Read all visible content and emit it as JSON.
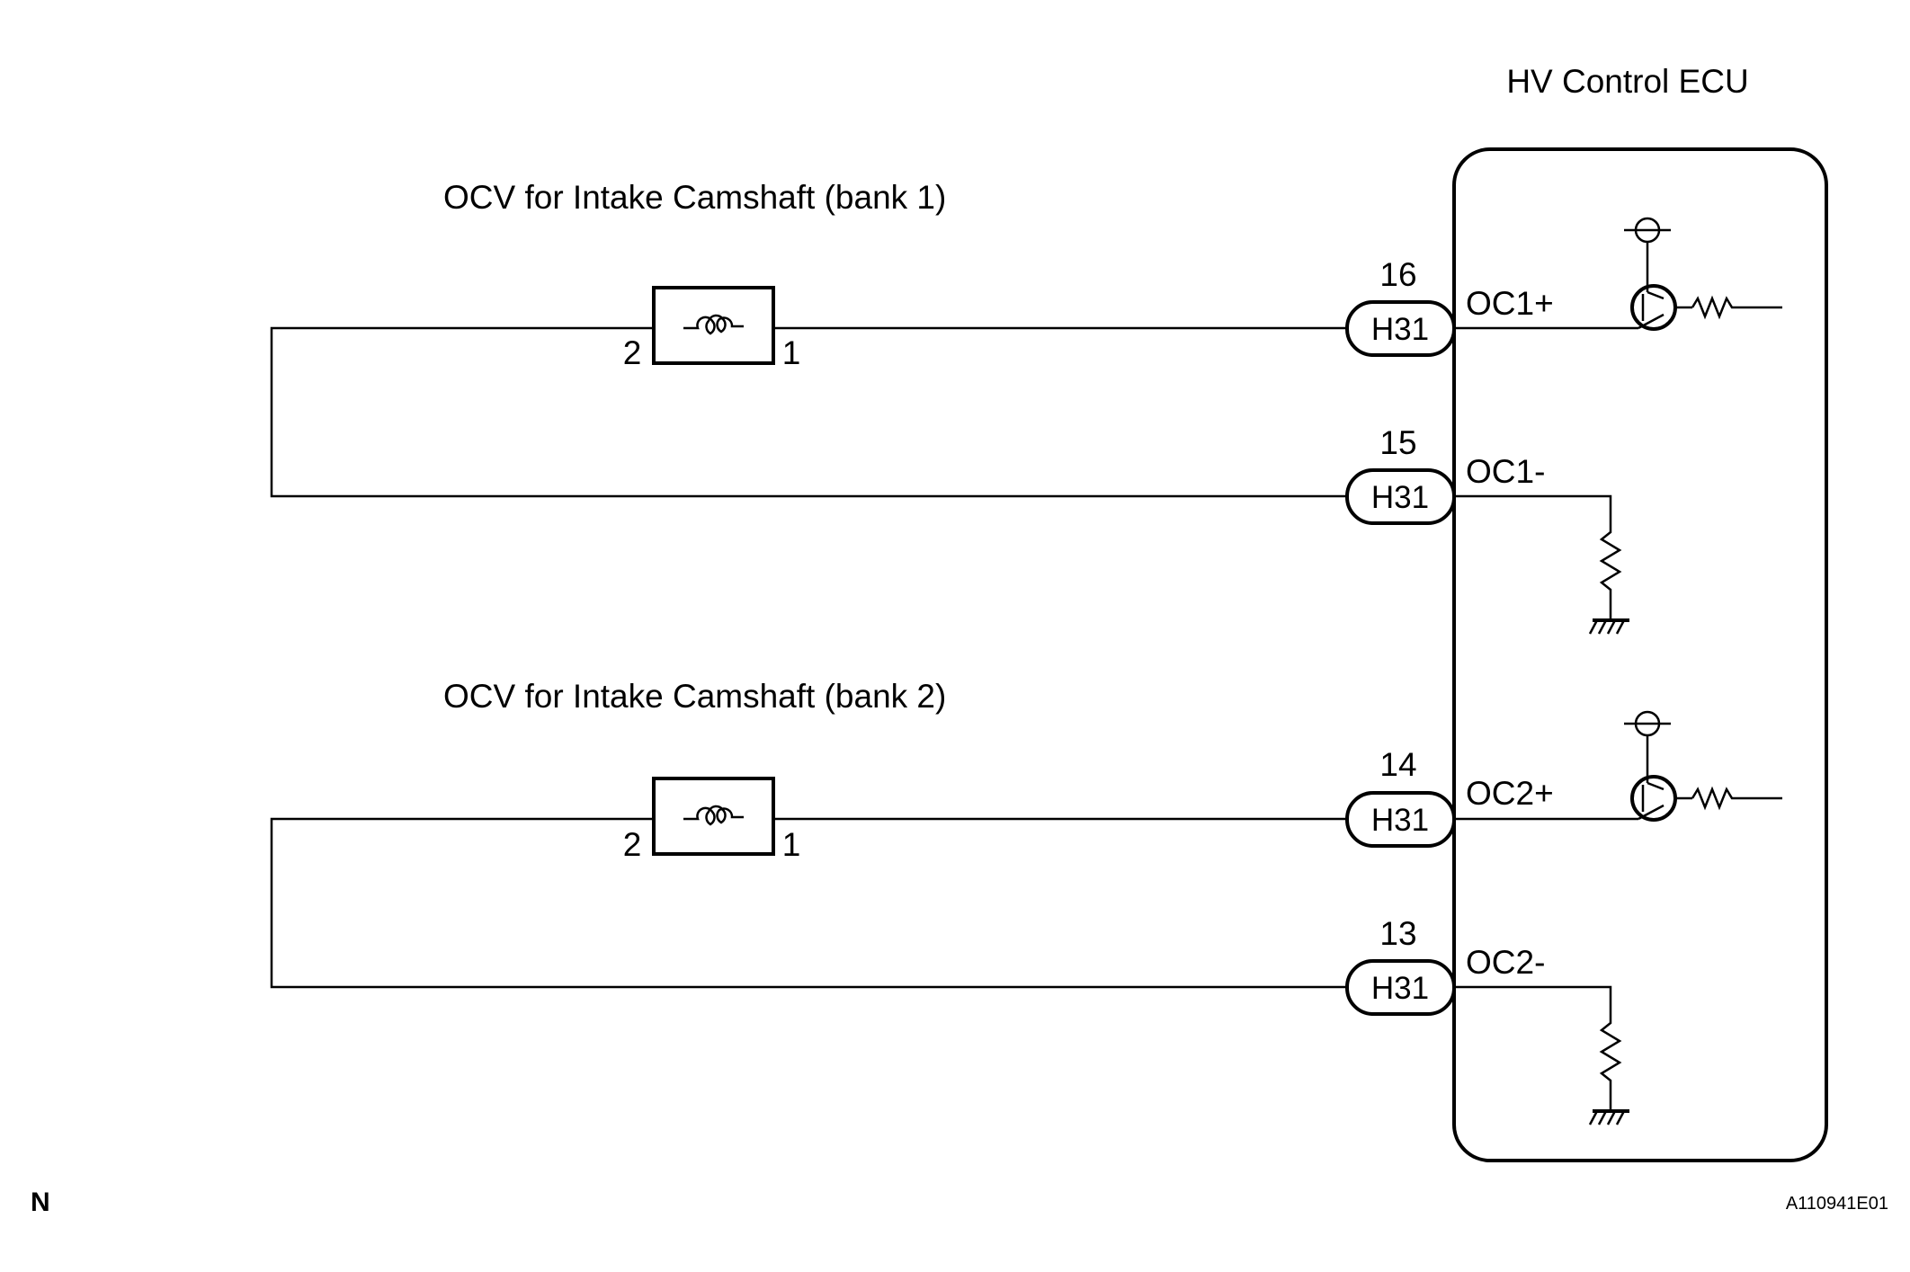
{
  "ecu": {
    "title": "HV Control ECU"
  },
  "valves": [
    {
      "title": "OCV for Intake Camshaft (bank 1)",
      "pin_left": "2",
      "pin_right": "1",
      "plus": {
        "pin": "16",
        "connector": "H31",
        "signal": "OC1+"
      },
      "minus": {
        "pin": "15",
        "connector": "H31",
        "signal": "OC1-"
      }
    },
    {
      "title": "OCV for Intake Camshaft (bank 2)",
      "pin_left": "2",
      "pin_right": "1",
      "plus": {
        "pin": "14",
        "connector": "H31",
        "signal": "OC2+"
      },
      "minus": {
        "pin": "13",
        "connector": "H31",
        "signal": "OC2-"
      }
    }
  ],
  "footer": {
    "corner_letter": "N",
    "figure_code": "A110941E01"
  }
}
